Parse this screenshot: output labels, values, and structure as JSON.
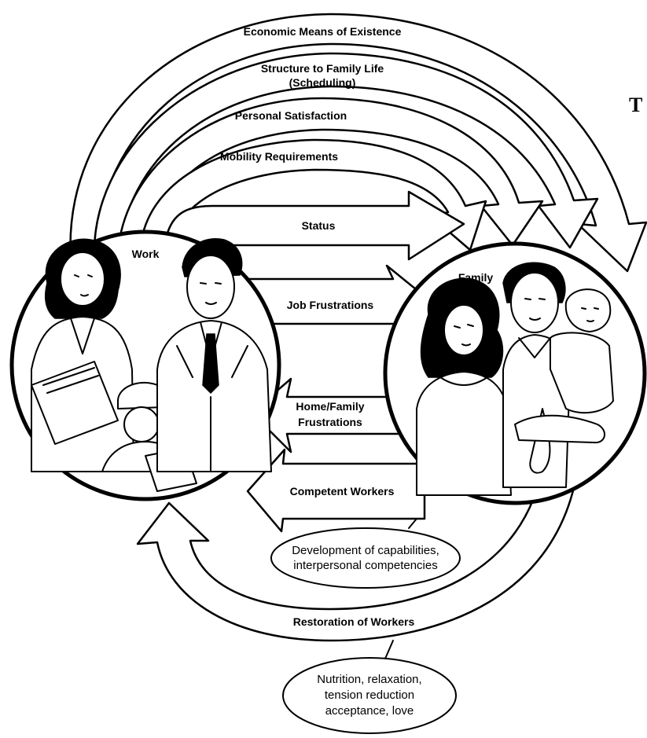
{
  "flows_to_family": [
    "Economic Means of Existence",
    "Structure to Family Life",
    "(Scheduling)",
    "Personal Satisfaction",
    "Mobility Requirements",
    "Status",
    "Job Frustrations"
  ],
  "flows_to_work": [
    "Home/Family",
    "Frustrations",
    "Competent Workers",
    "Restoration of Workers"
  ],
  "nodes": {
    "work": "Work",
    "family": "Family"
  },
  "ovals": {
    "capabilities": [
      "Development of capabilities,",
      "interpersonal competencies"
    ],
    "restoration": [
      "Nutrition, relaxation,",
      "tension reduction",
      "acceptance, love"
    ]
  },
  "edge_fragment": "T"
}
